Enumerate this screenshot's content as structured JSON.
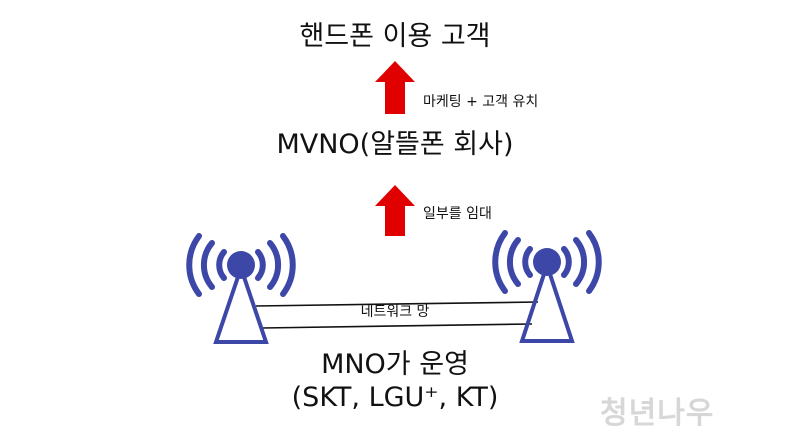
{
  "texts": {
    "customers": "핸드폰 이용 고객",
    "marketing": "마케팅 + 고객 유치",
    "mvno": "MVNO(알뜰폰 회사)",
    "lease": "일부를 임대",
    "network": "네트워크 망",
    "mno": "MNO가 운영",
    "carriers": "(SKT, LGU⁺, KT)"
  },
  "watermark": "청년나우",
  "colors": {
    "arrow": "#e00000",
    "tower": "#3d47a8",
    "line": "#111111",
    "watermark": "#d7d7d7"
  },
  "icons": [
    "up-arrow-icon",
    "cell-tower-icon",
    "radio-waves-icon"
  ]
}
